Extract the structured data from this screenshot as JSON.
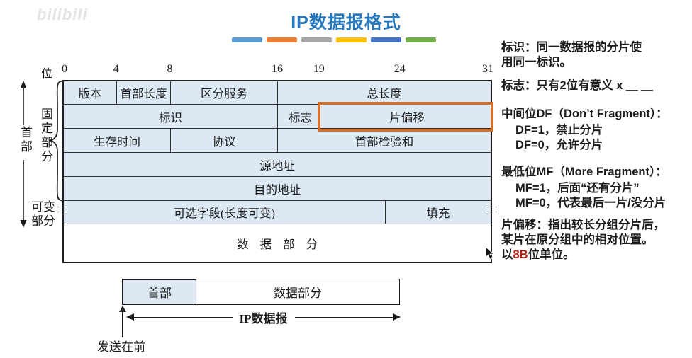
{
  "watermark": "bilibili",
  "title": "IP数据报格式",
  "colors": {
    "title": "#2878BE",
    "accent_orange": "#D06F2E",
    "cell_bg": "#DCE9F5",
    "red": "#B01E14",
    "bars": [
      "#5B9BD5",
      "#ED7D31",
      "#A5A5A5",
      "#FFC000",
      "#4472C4",
      "#70AD47"
    ]
  },
  "bits": {
    "unit": "位",
    "labels": [
      "0",
      "4",
      "8",
      "16",
      "19",
      "24",
      "31"
    ]
  },
  "ip_header": {
    "row1": {
      "version": "版本",
      "ihl": "首部长度",
      "dscp": "区分服务",
      "total_length": "总长度"
    },
    "row2": {
      "identification": "标识",
      "flags": "标志",
      "fragment_offset": "片偏移"
    },
    "row3": {
      "ttl": "生存时间",
      "protocol": "协议",
      "checksum": "首部检验和"
    },
    "row4": {
      "source": "源地址"
    },
    "row5": {
      "destination": "目的地址"
    },
    "row6": {
      "options": "可选字段(长度可变)",
      "padding": "填充"
    },
    "data_row": "数据部分"
  },
  "side_labels": {
    "header": "首部",
    "fixed": "固定部分",
    "variable_l1": "可变",
    "variable_l2": "部分"
  },
  "bottom": {
    "header": "首部",
    "data": "数据部分",
    "datagram": "IP数据报",
    "sent_first": "发送在前"
  },
  "notes": {
    "identification_l1": "标识：同一数据报的分片使",
    "identification_l2": "用同一标识。",
    "flags": "标志：只有2位有意义 x ＿ ＿",
    "df_title": "中间位DF（Don’t Fragment）：",
    "df_1": "DF=1，禁止分片",
    "df_0": "DF=0，允许分片",
    "mf_title": "最低位MF（More Fragment）：",
    "mf_1": "MF=1，后面“还有分片”",
    "mf_0": "MF=0，代表最后一片/没分片",
    "offset_l1": "片偏移：指出较长分组分片后，",
    "offset_l2": "某片在原分组中的相对位置。",
    "offset_l3_pre": "以",
    "offset_l3_red": "8B",
    "offset_l3_post": "位单位。"
  }
}
